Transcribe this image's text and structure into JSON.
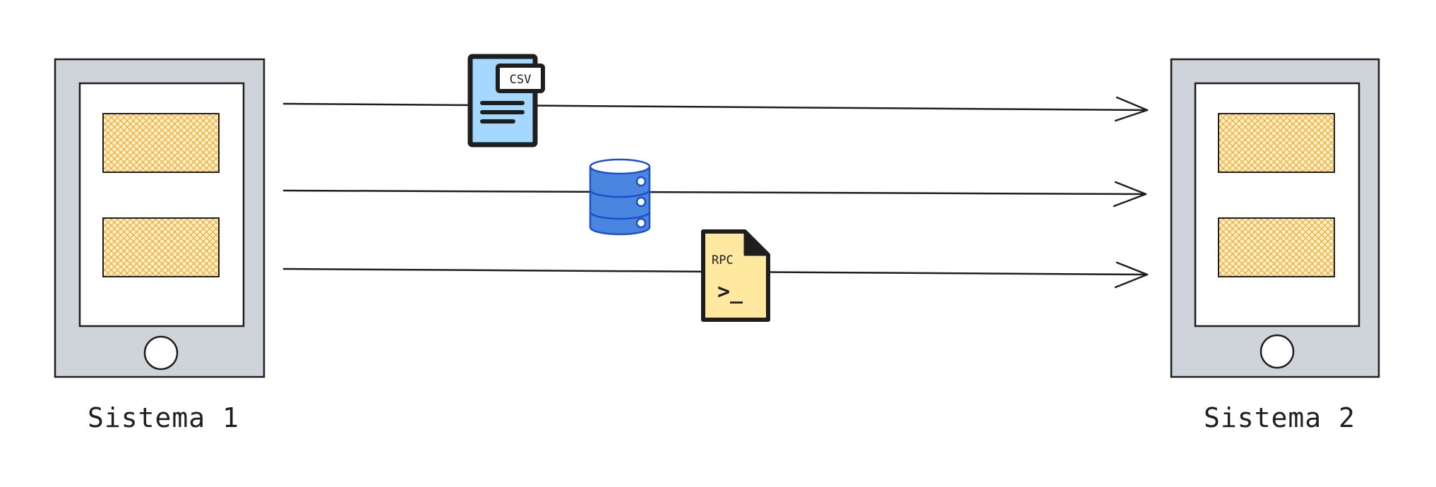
{
  "systems": [
    {
      "label": "Sistema 1"
    },
    {
      "label": "Sistema 2"
    }
  ],
  "icons": {
    "csv": {
      "badge": "CSV",
      "name": "csv-file-icon"
    },
    "database": {
      "name": "database-icon"
    },
    "rpc": {
      "tag": "RPC",
      "prompt": ">_",
      "name": "rpc-terminal-file-icon"
    }
  },
  "colors": {
    "stroke": "#1e1e1e",
    "device_fill": "#ced4da",
    "panel_hatch": "#f5b93d",
    "panel_bg": "#ffe8b0",
    "csv_fill": "#a5d8ff",
    "db_fill": "#4a86e0",
    "db_stroke": "#1c4fc9",
    "rpc_fill": "#ffe9a0"
  }
}
